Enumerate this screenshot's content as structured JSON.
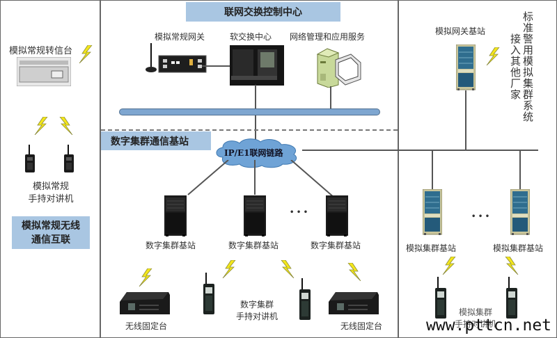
{
  "left_panel": {
    "repeater_label": "模拟常规转信台",
    "handheld_label_line1": "模拟常规",
    "handheld_label_line2": "手持对讲机",
    "section_title_line1": "模拟常规无线",
    "section_title_line2": "通信互联"
  },
  "center_top": {
    "section_title": "联网交换控制中心",
    "gateway_label": "模拟常规网关",
    "softswitch_label": "软交换中心",
    "nms_label": "网络管理和应用服务"
  },
  "center_bottom": {
    "section_title": "数字集群通信基站",
    "cloud_label": "IP/E1联网链路",
    "base_station_labels": [
      "数字集群基站",
      "数字集群基站",
      "数字集群基站"
    ],
    "ellipsis": "• • •",
    "fixed_station_labels": [
      "无线固定台",
      "无线固定台"
    ],
    "handheld_label_line1": "数字集群",
    "handheld_label_line2": "手持对讲机"
  },
  "right_panel": {
    "gateway_station_label": "模拟网关基站",
    "vertical_title_col1": "标准警用模拟集群系统",
    "vertical_title_col2": "接入其他厂家",
    "base_station_labels": [
      "模拟集群基站",
      "模拟集群基站"
    ],
    "ellipsis": "• • •",
    "handheld_label_line1": "模拟集群",
    "handheld_label_line2": "手持对讲机"
  },
  "watermark": "www.pttcn.net",
  "colors": {
    "section_title_bg": "#a9c6e2",
    "bus_bar": "#7ea6d0",
    "cloud": "#6fa3d6",
    "bolt": "#f0e020"
  }
}
